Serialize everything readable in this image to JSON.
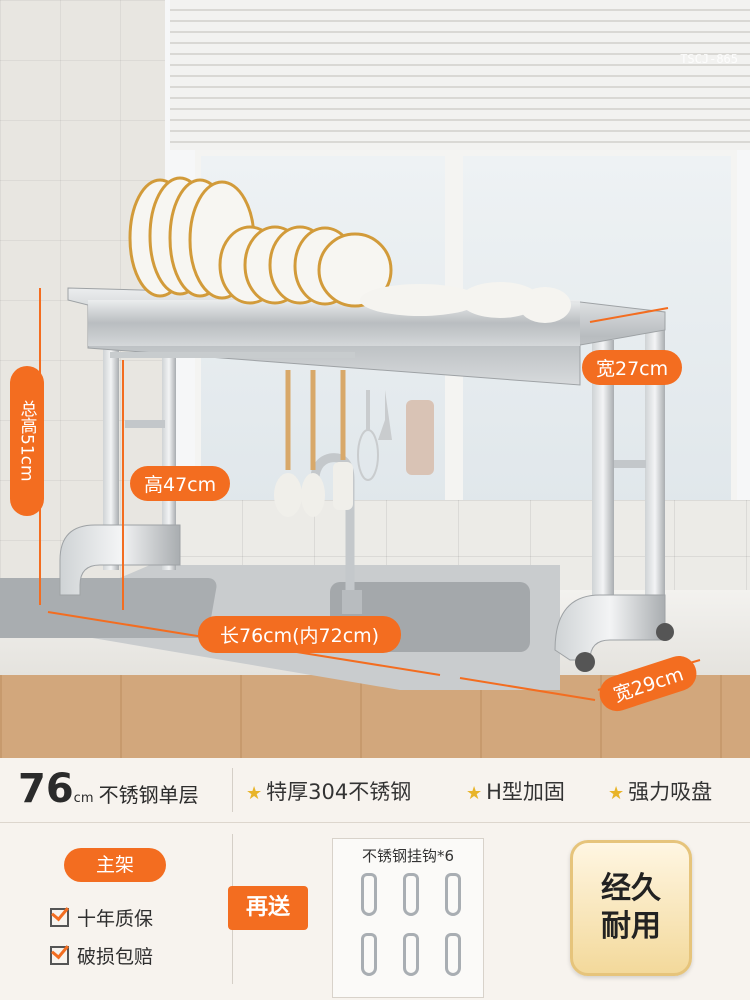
{
  "watermark": "TSCJ-865",
  "dimensions": {
    "total_height": "总高51cm",
    "inner_height": "高47cm",
    "top_depth": "宽27cm",
    "length": "长76cm(内72cm)",
    "base_depth": "宽29cm"
  },
  "size_line": {
    "number": "76",
    "unit": "cm",
    "desc": "不锈钢单层"
  },
  "features": [
    "特厚304不锈钢",
    "H型加固",
    "强力吸盘"
  ],
  "main_badge": "主架",
  "guarantees": [
    "十年质保",
    "破损包赔"
  ],
  "gift": {
    "tag": "再送",
    "title": "不锈钢挂钩*6"
  },
  "seal": {
    "line1": "经久",
    "line2": "耐用"
  },
  "colors": {
    "accent": "#f36d20",
    "star": "#e8b429",
    "panel": "#f7f3ee"
  }
}
